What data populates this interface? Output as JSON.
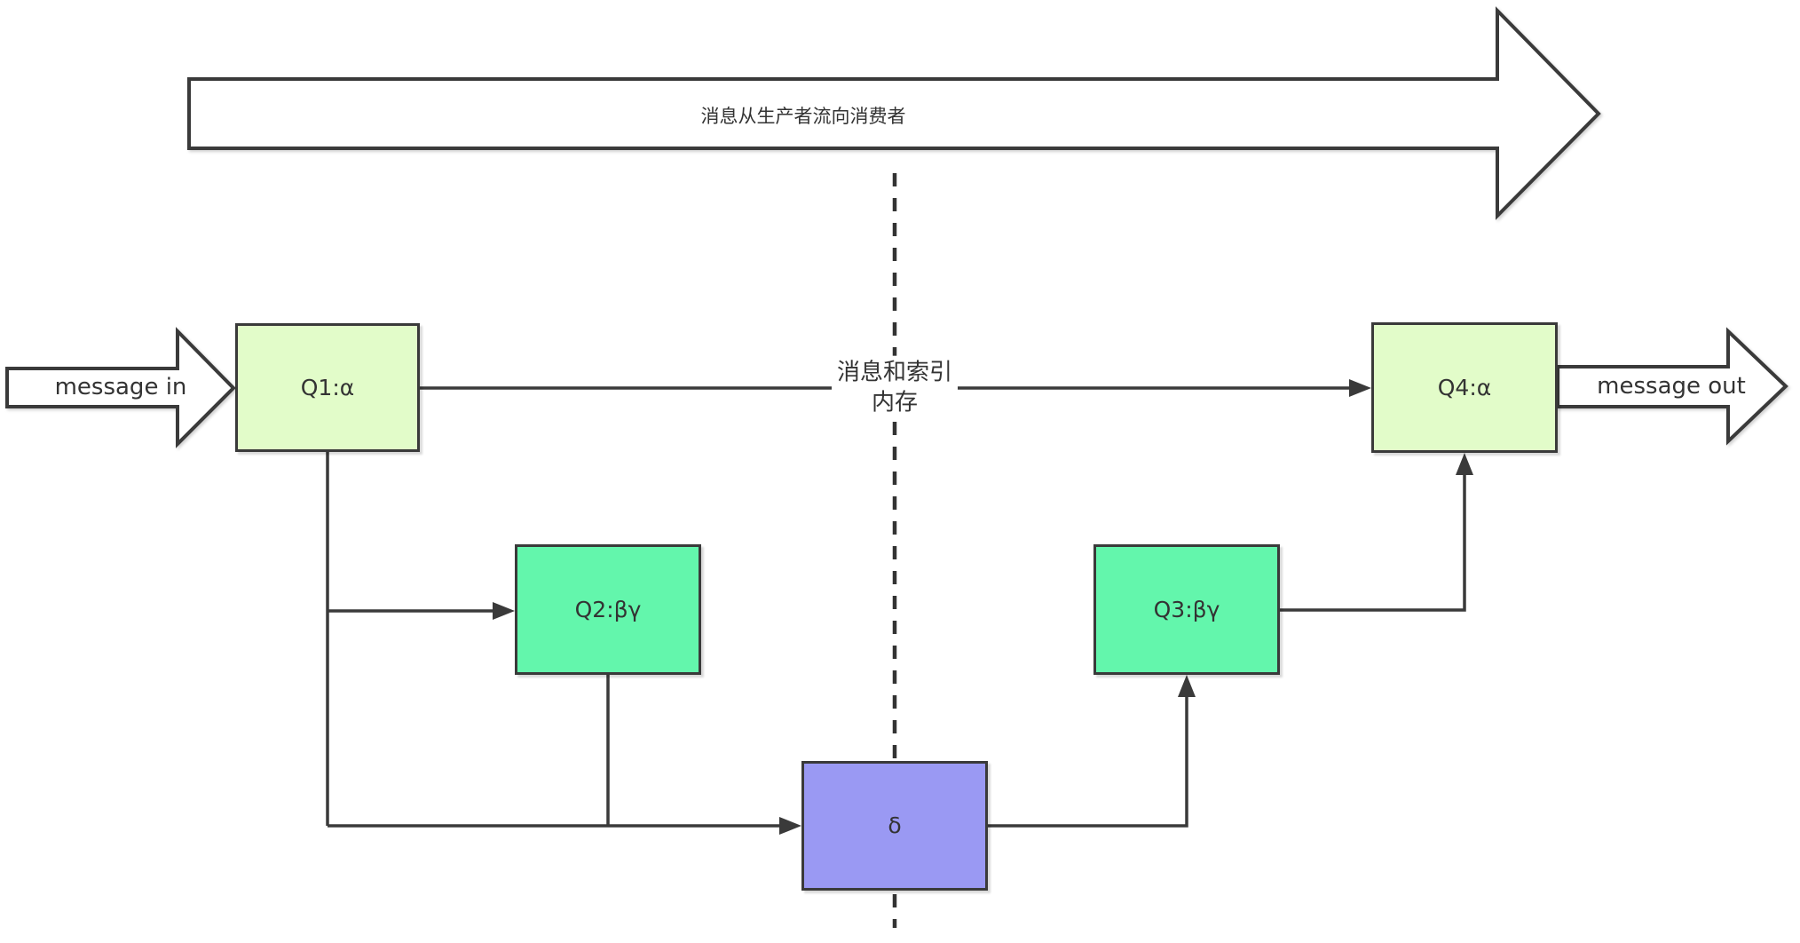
{
  "diagram": {
    "flow_arrow": {
      "label": "消息从生产者流向消费者"
    },
    "memory_divider": {
      "line1": "消息和索引",
      "line2": "内存"
    },
    "message_in": {
      "label": "message in"
    },
    "message_out": {
      "label": "message out"
    },
    "nodes": [
      {
        "id": "q1",
        "label": "Q1:α",
        "fill": "#e2fcc9"
      },
      {
        "id": "q2",
        "label": "Q2:βγ",
        "fill": "#63f6ac"
      },
      {
        "id": "q3",
        "label": "Q3:βγ",
        "fill": "#63f6ac"
      },
      {
        "id": "q4",
        "label": "Q4:α",
        "fill": "#e2fcc9"
      },
      {
        "id": "delta",
        "label": "δ",
        "fill": "#9a99f3"
      }
    ],
    "colors": {
      "stroke": "#3a3a3a",
      "text": "#333333",
      "queue_fill_light": "#e2fcc9",
      "queue_fill_mint": "#63f6ac",
      "delta_fill": "#9a99f3",
      "background": "#ffffff"
    }
  }
}
